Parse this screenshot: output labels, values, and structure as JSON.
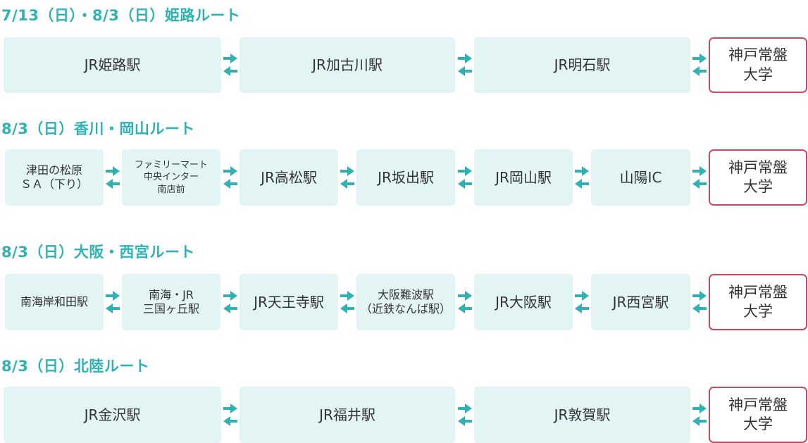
{
  "colors": {
    "accent": "#2fb2b4",
    "station_bg": "#e2f4f4",
    "destination_border": "#d0485f",
    "arrow": "#2fb2b4"
  },
  "destination": "神戸常盤\n大学",
  "routes": [
    {
      "title": "7/13（日）・8/3（日）姫路ルート",
      "stations": [
        "JR姫路駅",
        "JR加古川駅",
        "JR明石駅"
      ]
    },
    {
      "title": "8/3（日）香川・岡山ルート",
      "stations": [
        "津田の松原\nＳＡ（下り）",
        "ファミリーマート\n中央インター\n南店前",
        "JR高松駅",
        "JR坂出駅",
        "JR岡山駅",
        "山陽IC"
      ]
    },
    {
      "title": "8/3（日）大阪・西宮ルート",
      "stations": [
        "南海岸和田駅",
        "南海・JR\n三国ヶ丘駅",
        "JR天王寺駅",
        "大阪難波駅\n（近鉄なんば駅）",
        "JR大阪駅",
        "JR西宮駅"
      ]
    },
    {
      "title": "8/3（日）北陸ルート",
      "stations": [
        "JR金沢駅",
        "JR福井駅",
        "JR敦賀駅"
      ]
    }
  ]
}
